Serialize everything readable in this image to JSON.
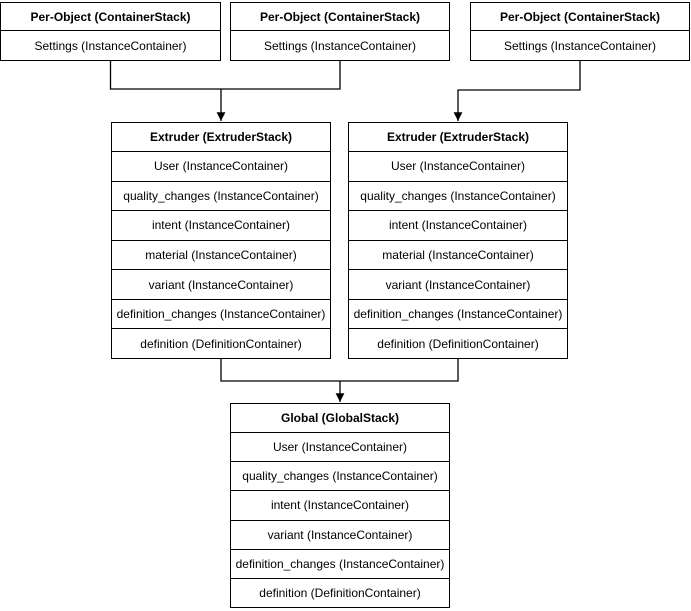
{
  "per_object": {
    "title": "Per-Object (ContainerStack)",
    "row": "Settings (InstanceContainer)"
  },
  "extruder": {
    "title": "Extruder (ExtruderStack)",
    "rows": [
      "User (InstanceContainer)",
      "quality_changes (InstanceContainer)",
      "intent (InstanceContainer)",
      "material (InstanceContainer)",
      "variant (InstanceContainer)",
      "definition_changes (InstanceContainer)",
      "definition (DefinitionContainer)"
    ]
  },
  "global": {
    "title": "Global (GlobalStack)",
    "rows": [
      "User (InstanceContainer)",
      "quality_changes (InstanceContainer)",
      "intent (InstanceContainer)",
      "variant (InstanceContainer)",
      "definition_changes (InstanceContainer)",
      "definition (DefinitionContainer)"
    ]
  },
  "colors": {
    "stroke": "#000000",
    "fill": "#ffffff",
    "text": "#000000"
  }
}
